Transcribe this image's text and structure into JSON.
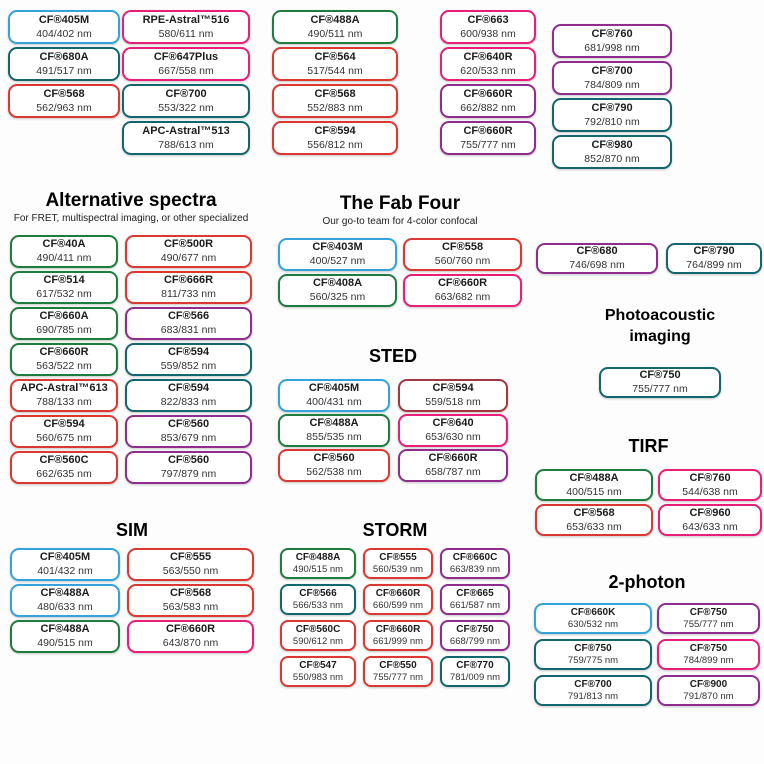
{
  "colors": {
    "blue": "#33A3DC",
    "green": "#1E7C3E",
    "teal": "#14666E",
    "red": "#DC3832",
    "darkred": "#A13841",
    "pink": "#E91E78",
    "purple": "#8E2D8E"
  },
  "top": {
    "columns": [
      [
        {
          "name": "CF®405M",
          "value": "404/402 nm",
          "color": "blue"
        },
        {
          "name": "CF®680A",
          "value": "491/517 nm",
          "color": "teal"
        },
        {
          "name": "CF®568",
          "value": "562/963 nm",
          "color": "red"
        }
      ],
      [
        {
          "name": "RPE-Astral™516",
          "value": "580/611 nm",
          "color": "pink"
        },
        {
          "name": "CF®647Plus",
          "value": "667/558 nm",
          "color": "pink"
        },
        {
          "name": "CF®700",
          "value": "553/322 nm",
          "color": "teal"
        },
        {
          "name": "APC-Astral™513",
          "value": "788/613 nm",
          "color": "teal"
        }
      ],
      [
        {
          "name": "CF®488A",
          "value": "490/511 nm",
          "color": "green"
        },
        {
          "name": "CF®564",
          "value": "517/544 nm",
          "color": "red"
        },
        {
          "name": "CF®568",
          "value": "552/883 nm",
          "color": "red"
        },
        {
          "name": "CF®594",
          "value": "556/812 nm",
          "color": "red"
        }
      ],
      [
        {
          "name": "CF®663",
          "value": "600/938 nm",
          "color": "pink"
        },
        {
          "name": "CF®640R",
          "value": "620/533 nm",
          "color": "pink"
        },
        {
          "name": "CF®660R",
          "value": "662/882 nm",
          "color": "purple"
        },
        {
          "name": "CF®660R",
          "value": "755/777 nm",
          "color": "purple"
        }
      ],
      [
        {
          "name": "CF®760",
          "value": "681/998 nm",
          "color": "purple"
        },
        {
          "name": "CF®700",
          "value": "784/809 nm",
          "color": "purple"
        },
        {
          "name": "CF®790",
          "value": "792/810 nm",
          "color": "teal"
        },
        {
          "name": "CF®980",
          "value": "852/870 nm",
          "color": "teal"
        }
      ]
    ]
  },
  "alternative_spectra": {
    "title": "Alternative spectra",
    "subtitle": "For FRET, multispectral imaging, or other specialized",
    "pills": [
      {
        "name": "CF®40A",
        "value": "490/411 nm",
        "color": "green"
      },
      {
        "name": "CF®500R",
        "value": "490/677 nm",
        "color": "red"
      },
      {
        "name": "CF®514",
        "value": "617/532 nm",
        "color": "green"
      },
      {
        "name": "CF®666R",
        "value": "811/733 nm",
        "color": "red"
      },
      {
        "name": "CF®660A",
        "value": "690/785 nm",
        "color": "green"
      },
      {
        "name": "CF®566",
        "value": "683/831 nm",
        "color": "purple"
      },
      {
        "name": "CF®660R",
        "value": "563/522 nm",
        "color": "green"
      },
      {
        "name": "CF®594",
        "value": "559/852 nm",
        "color": "teal"
      },
      {
        "name": "APC-Astral™613",
        "value": "788/133 nm",
        "color": "red"
      },
      {
        "name": "CF®594",
        "value": "822/833 nm",
        "color": "teal"
      },
      {
        "name": "CF®594",
        "value": "560/675 nm",
        "color": "red"
      },
      {
        "name": "CF®560",
        "value": "853/679 nm",
        "color": "purple"
      },
      {
        "name": "CF®560C",
        "value": "662/635 nm",
        "color": "red"
      },
      {
        "name": "CF®560",
        "value": "797/879 nm",
        "color": "purple"
      }
    ]
  },
  "fab_four": {
    "title": "The Fab Four",
    "subtitle": "Our go-to team for 4-color confocal",
    "pills": [
      {
        "name": "CF®403M",
        "value": "400/527 nm",
        "color": "blue"
      },
      {
        "name": "CF®558",
        "value": "560/760 nm",
        "color": "red"
      },
      {
        "name": "CF®408A",
        "value": "560/325 nm",
        "color": "green"
      },
      {
        "name": "CF®660R",
        "value": "663/682 nm",
        "color": "pink"
      }
    ]
  },
  "sted": {
    "title": "STED",
    "pills": [
      {
        "name": "CF®405M",
        "value": "400/431 nm",
        "color": "blue"
      },
      {
        "name": "CF®594",
        "value": "559/518 nm",
        "color": "darkred"
      },
      {
        "name": "CF®488A",
        "value": "855/535 nm",
        "color": "green"
      },
      {
        "name": "CF®640",
        "value": "653/630 nm",
        "color": "pink"
      },
      {
        "name": "CF®560",
        "value": "562/538 nm",
        "color": "red"
      },
      {
        "name": "CF®660R",
        "value": "658/787 nm",
        "color": "purple"
      }
    ]
  },
  "nir_pair": {
    "pills": [
      {
        "name": "CF®680",
        "value": "746/698 nm",
        "color": "purple"
      },
      {
        "name": "CF®790",
        "value": "764/899 nm",
        "color": "teal"
      }
    ]
  },
  "photoacoustic": {
    "title": "Photoacoustic imaging",
    "pills": [
      {
        "name": "CF®750",
        "value": "755/777 nm",
        "color": "teal"
      }
    ]
  },
  "tirf": {
    "title": "TIRF",
    "pills": [
      {
        "name": "CF®488A",
        "value": "400/515 nm",
        "color": "green"
      },
      {
        "name": "CF®760",
        "value": "544/638 nm",
        "color": "pink"
      },
      {
        "name": "CF®568",
        "value": "653/633 nm",
        "color": "red"
      },
      {
        "name": "CF®960",
        "value": "643/633 nm",
        "color": "pink"
      }
    ]
  },
  "sim": {
    "title": "SIM",
    "pills": [
      {
        "name": "CF®405M",
        "value": "401/432 nm",
        "color": "blue"
      },
      {
        "name": "CF®555",
        "value": "563/550 nm",
        "color": "red"
      },
      {
        "name": "CF®488A",
        "value": "480/633 nm",
        "color": "blue"
      },
      {
        "name": "CF®568",
        "value": "563/583 nm",
        "color": "red"
      },
      {
        "name": "CF®488A",
        "value": "490/515 nm",
        "color": "green"
      },
      {
        "name": "CF®660R",
        "value": "643/870 nm",
        "color": "pink"
      }
    ]
  },
  "storm": {
    "title": "STORM",
    "pills": [
      {
        "name": "CF®488A",
        "value": "490/515 nm",
        "color": "green"
      },
      {
        "name": "CF®555",
        "value": "560/539 nm",
        "color": "red"
      },
      {
        "name": "CF®660C",
        "value": "663/839 nm",
        "color": "purple"
      },
      {
        "name": "CF®566",
        "value": "566/533 nm",
        "color": "teal"
      },
      {
        "name": "CF®660R",
        "value": "660/599 nm",
        "color": "red"
      },
      {
        "name": "CF®665",
        "value": "661/587 nm",
        "color": "purple"
      },
      {
        "name": "CF®560C",
        "value": "590/612 nm",
        "color": "red"
      },
      {
        "name": "CF®660R",
        "value": "661/999 nm",
        "color": "red"
      },
      {
        "name": "CF®750",
        "value": "668/799 nm",
        "color": "purple"
      },
      {
        "name": "CF®547",
        "value": "550/983 nm",
        "color": "red"
      },
      {
        "name": "CF®550",
        "value": "755/777 nm",
        "color": "red"
      },
      {
        "name": "CF®770",
        "value": "781/009 nm",
        "color": "teal"
      }
    ]
  },
  "two_photon": {
    "title": "2-photon",
    "pills": [
      {
        "name": "CF®660K",
        "value": "630/532 nm",
        "color": "blue"
      },
      {
        "name": "CF®750",
        "value": "755/777 nm",
        "color": "purple"
      },
      {
        "name": "CF®750",
        "value": "759/775 nm",
        "color": "teal"
      },
      {
        "name": "CF®750",
        "value": "784/899 nm",
        "color": "pink"
      },
      {
        "name": "CF®700",
        "value": "791/813 nm",
        "color": "teal"
      },
      {
        "name": "CF®900",
        "value": "791/870 nm",
        "color": "purple"
      }
    ]
  }
}
